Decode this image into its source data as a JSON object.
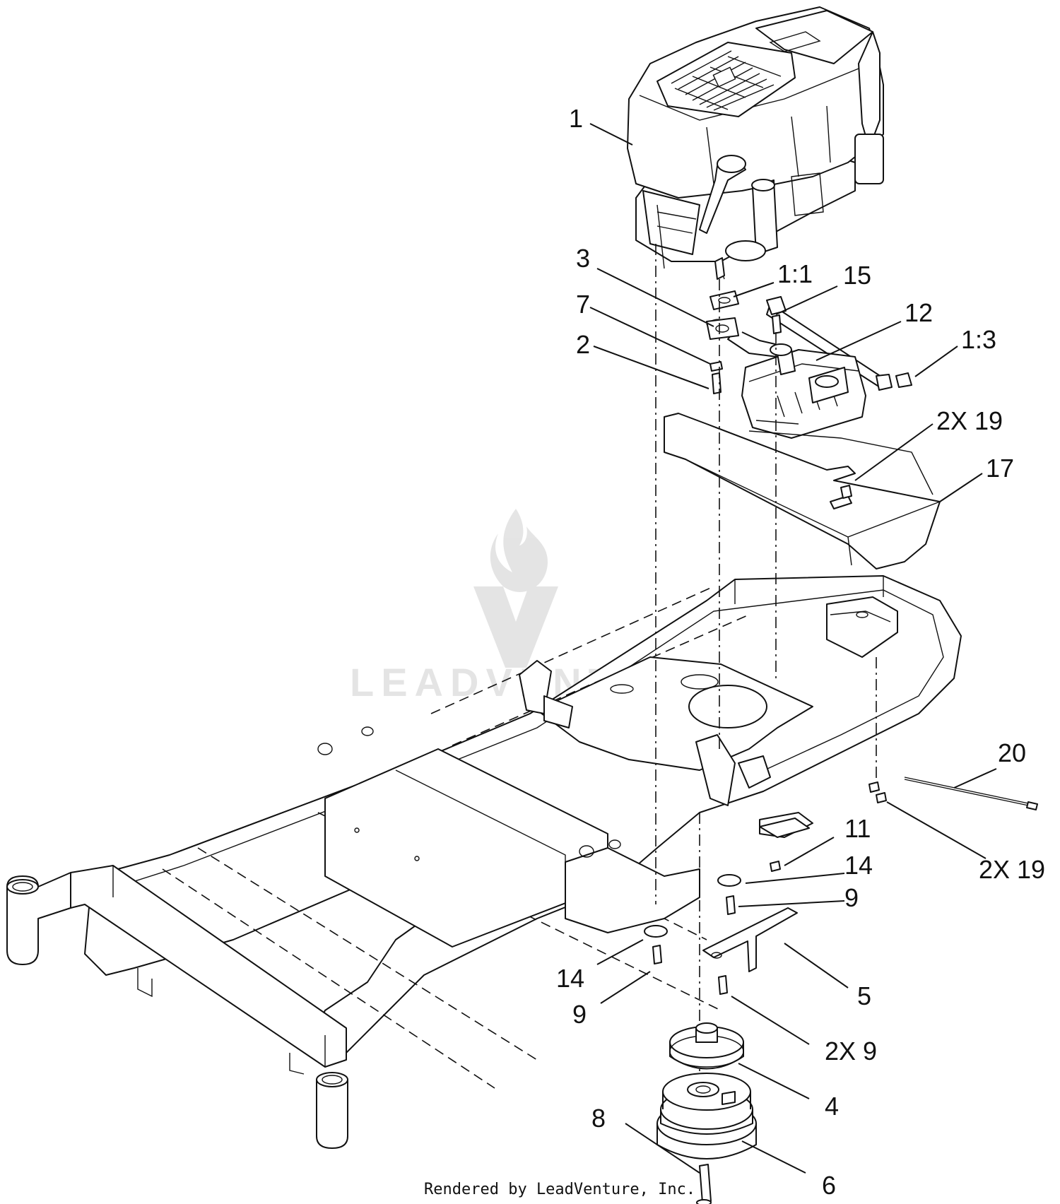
{
  "callouts": [
    {
      "id": "c1",
      "label": "1"
    },
    {
      "id": "c11a",
      "label": "1:1"
    },
    {
      "id": "c3",
      "label": "3"
    },
    {
      "id": "c15",
      "label": "15"
    },
    {
      "id": "c7",
      "label": "7"
    },
    {
      "id": "c12",
      "label": "12"
    },
    {
      "id": "c2",
      "label": "2"
    },
    {
      "id": "c13",
      "label": "1:3"
    },
    {
      "id": "c219a",
      "label": "2X 19"
    },
    {
      "id": "c17",
      "label": "17"
    },
    {
      "id": "c20",
      "label": "20"
    },
    {
      "id": "c11",
      "label": "11"
    },
    {
      "id": "c219b",
      "label": "2X 19"
    },
    {
      "id": "c14a",
      "label": "14"
    },
    {
      "id": "c9a",
      "label": "9"
    },
    {
      "id": "c14b",
      "label": "14"
    },
    {
      "id": "c5",
      "label": "5"
    },
    {
      "id": "c9b",
      "label": "9"
    },
    {
      "id": "c29",
      "label": "2X 9"
    },
    {
      "id": "c4",
      "label": "4"
    },
    {
      "id": "c8",
      "label": "8"
    },
    {
      "id": "c6",
      "label": "6"
    }
  ],
  "watermark": {
    "text": "LEADVENTURE"
  },
  "footer": {
    "text": "Rendered by LeadVenture, Inc."
  }
}
